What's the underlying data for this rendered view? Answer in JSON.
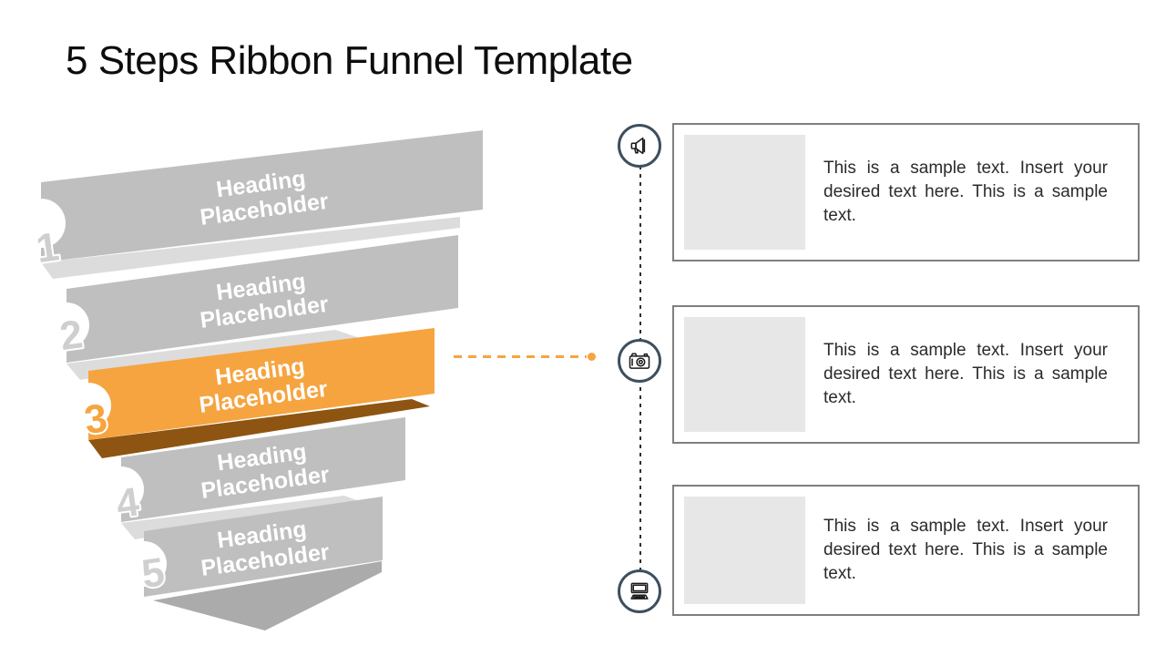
{
  "slide": {
    "title": "5 Steps Ribbon Funnel Template"
  },
  "funnel": {
    "steps": [
      {
        "number": "1",
        "heading_line1": "Heading",
        "heading_line2": "Placeholder",
        "highlighted": false,
        "ribbon_color": "#bfbfbf"
      },
      {
        "number": "2",
        "heading_line1": "Heading",
        "heading_line2": "Placeholder",
        "highlighted": false,
        "ribbon_color": "#bfbfbf"
      },
      {
        "number": "3",
        "heading_line1": "Heading",
        "heading_line2": "Placeholder",
        "highlighted": true,
        "ribbon_color": "#f6a440"
      },
      {
        "number": "4",
        "heading_line1": "Heading",
        "heading_line2": "Placeholder",
        "highlighted": false,
        "ribbon_color": "#bfbfbf"
      },
      {
        "number": "5",
        "heading_line1": "Heading",
        "heading_line2": "Placeholder",
        "highlighted": false,
        "ribbon_color": "#bfbfbf"
      }
    ]
  },
  "timeline": {
    "icons": [
      {
        "name": "megaphone-icon"
      },
      {
        "name": "camera-icon"
      },
      {
        "name": "computer-icon"
      }
    ]
  },
  "cards": [
    {
      "body": "This is a sample text. Insert your desired text here. This is a sample text."
    },
    {
      "body": "This is a sample text. Insert your desired text here. This is a sample text."
    },
    {
      "body": "This is a sample text. Insert your desired text here. This is a sample text."
    }
  ],
  "colors": {
    "accent_orange": "#f6a440",
    "ribbon_gray": "#bfbfbf",
    "fold_light": "#dcdcdc",
    "fold_brown": "#8d5511",
    "funnel_spout": "#ababab",
    "number_gray": "#cfcfcf",
    "icon_ring": "#3e4f5e",
    "card_border": "#7f7f7f",
    "placeholder_fill": "#e7e7e7"
  }
}
